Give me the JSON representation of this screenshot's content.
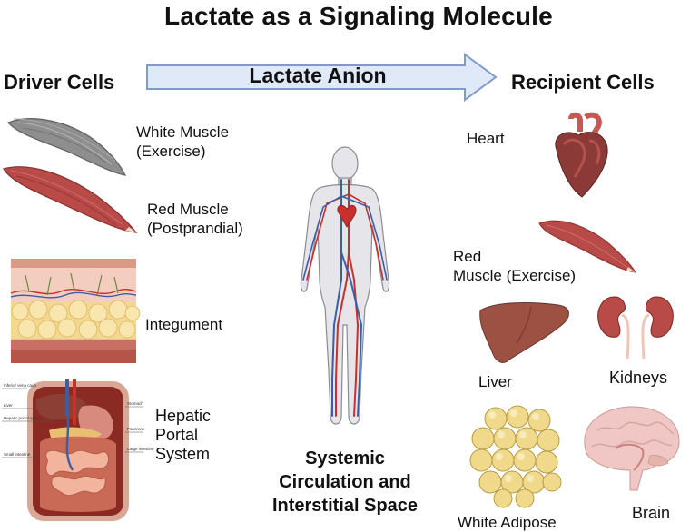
{
  "title": "Lactate as a Signaling Molecule",
  "headers": {
    "driver": "Driver Cells",
    "recipient": "Recipient Cells",
    "arrow": "Lactate Anion"
  },
  "driver_cells": [
    {
      "line1": "White Muscle",
      "line2": "(Exercise)"
    },
    {
      "line1": "Red Muscle",
      "line2": "(Postprandial)"
    },
    {
      "line1": "Integument",
      "line2": ""
    },
    {
      "line1": "Hepatic",
      "line2": "Portal",
      "line3": "System"
    }
  ],
  "center": {
    "line1": "Systemic",
    "line2": "Circulation and",
    "line3": "Interstitial Space"
  },
  "recipient_cells": {
    "heart": "Heart",
    "red_muscle_line1": "Red",
    "red_muscle_line2": "Muscle (Exercise)",
    "liver": "Liver",
    "kidneys": "Kidneys",
    "white_adipose": "White Adipose",
    "brain": "Brain"
  },
  "gi_labels": {
    "ivc": "Inferior vena cava",
    "liver": "Liver",
    "hepatic_portal_vein": "Hepatic portal vein",
    "stomach": "Stomach",
    "pancreas": "Pancreas",
    "large_intestine": "Large intestine",
    "small_intestine": "Small intestine"
  },
  "colors": {
    "arrow_fill": "#dfe9f7",
    "arrow_stroke": "#7f9cc9",
    "red_muscle": "#b84a48",
    "white_muscle": "#8e8e8e",
    "liver": "#9c5142",
    "fat": "#f1d98c",
    "brain": "#f0c7c4",
    "vessel_red": "#c9302c",
    "vessel_blue": "#3a5ea8"
  }
}
